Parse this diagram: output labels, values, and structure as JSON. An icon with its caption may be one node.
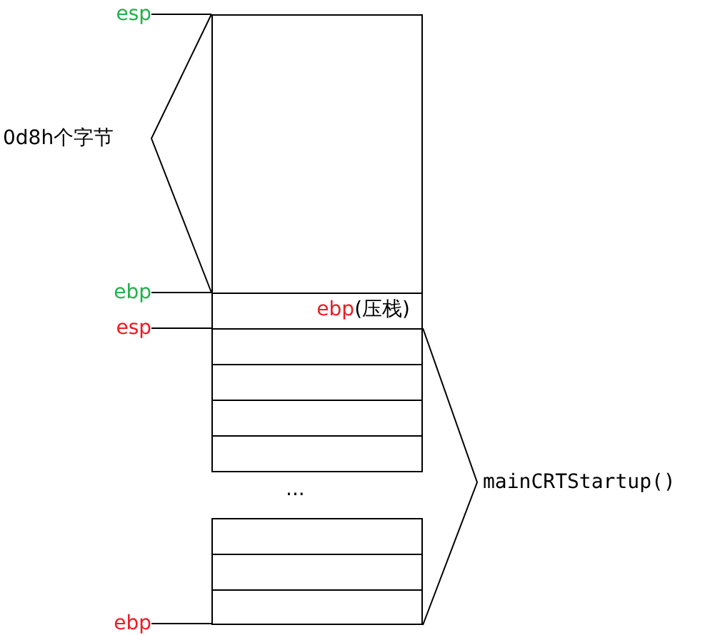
{
  "diagram": {
    "nodes": [
      {
        "text": [
          "esp"
        ]
      },
      {
        "text": [
          "ebp"
        ]
      },
      {
        "text": [
          "esp"
        ]
      },
      {
        "text": [
          "ebp"
        ]
      },
      {
        "text": [],
        "shape": "box"
      },
      {
        "text": [
          "ebp",
          "(压栈)"
        ]
      },
      {
        "text": [],
        "shape": "box"
      },
      {
        "text": [],
        "shape": "box"
      },
      {
        "text": [],
        "shape": "box"
      },
      {
        "text": [],
        "shape": "box"
      },
      {
        "text": [],
        "shape": "box"
      },
      {
        "text": [],
        "shape": "box"
      },
      {
        "text": [],
        "shape": "box"
      }
    ],
    "edges": [
      {
        "from": 0,
        "to": 4,
        "arrow": "none"
      },
      {
        "from": 1,
        "to": 5,
        "arrow": "none"
      },
      {
        "from": 2,
        "to": 6,
        "arrow": "none"
      },
      {
        "from": 3,
        "to": 12,
        "arrow": "none"
      }
    ],
    "labels": [
      "0d8h个字节",
      "...",
      "mainCRTStartup()"
    ]
  }
}
